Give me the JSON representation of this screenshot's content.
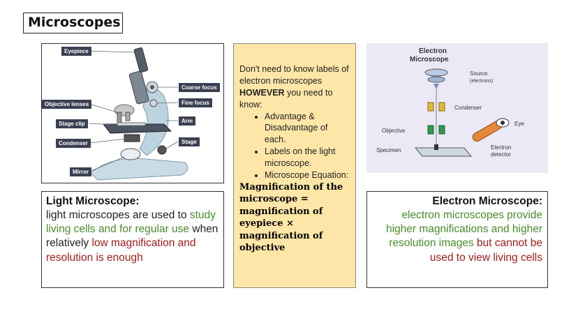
{
  "slide": {
    "title": "Microscopes"
  },
  "light_diagram": {
    "labels": {
      "eyepiece": "Eyepiece",
      "objective_lenses": "Objective lenses",
      "stage_clip": "Stage clip",
      "condenser": "Condenser",
      "mirror": "Mirror",
      "coarse_focus": "Coarse focus",
      "fine_focus": "Fine focus",
      "arm": "Arm",
      "stage": "Stage"
    }
  },
  "note": {
    "intro_1": "Don't need to know labels of electron microscopes",
    "intro_bold": "HOWEVER",
    "intro_2": "you need to know:",
    "items": [
      "Advantage & Disadvantage of each.",
      "Labels on the light microscope.",
      "Microscope Equation:"
    ],
    "equation": "Magnification of the microscope = magnification of eyepiece × magnification of objective"
  },
  "electron_diagram": {
    "title_line1": "Electron",
    "title_line2": "Microscope",
    "source": "Source",
    "source_sub": "(electrons)",
    "condenser": "Condenser",
    "objective": "Objective",
    "eye": "Eye",
    "specimen": "Specimen",
    "detector_line1": "Electron",
    "detector_line2": "detector"
  },
  "light_text": {
    "heading": "Light Microscope:",
    "p1": "light microscopes are used to",
    "p2_green": "study living cells and for regular use",
    "p3": "when relatively",
    "p4_red": "low magnification and resolution is enough"
  },
  "electron_text": {
    "heading": "Electron Microscope:",
    "p1_green": "electron microscopes provide higher magnifications and higher resolution images",
    "p2_red": "but cannot be used to view living cells"
  },
  "colors": {
    "green_text": "#4a8b2b",
    "red_text": "#a31a1a",
    "note_bg": "#fde6a7",
    "label_bg": "#3b3f52"
  }
}
